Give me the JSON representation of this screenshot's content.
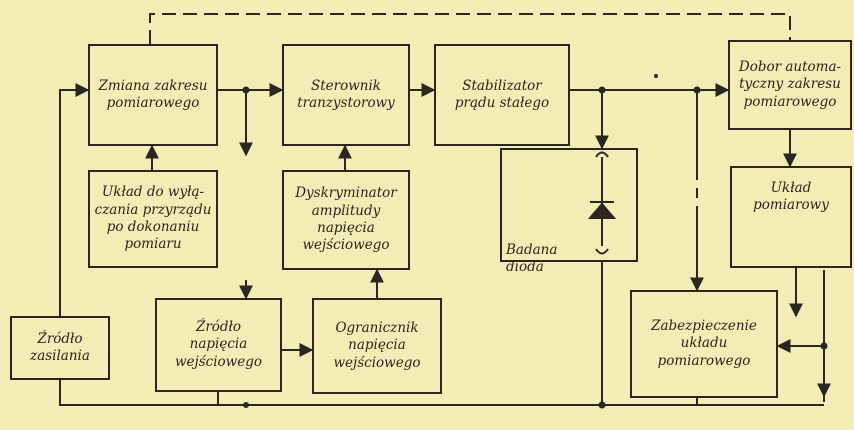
{
  "blocks": {
    "zmiana_zakresu": "Zmiana zakresu\npomiarowego",
    "sterownik": "Sterownik\ntranzystorowy",
    "stabilizator": "Stabilizator\nprądu stałego",
    "dobor": "Dobor automa-\ntyczny zakresu\npomiarowego",
    "uklad_wylaczania": "Układ do wyłą-\nczania przyrządu\npo dokonaniu\npomiaru",
    "dyskryminator": "Dyskryminator\namplitudy\nnapięcia\nwejściowego",
    "badana_dioda": "Badana\ndioda",
    "uklad_pomiarowy": "Układ\npomiarowy",
    "zrodlo_zasilania": "Źródło\nzasilania",
    "zrodlo_napiecia": "Źródło\nnapięcia\nwejściowego",
    "ogranicznik": "Ogranicznik\nnapięcia\nwejściowego",
    "zabezpieczenie": "Zabezpieczenie\nukładu\npomiarowego"
  },
  "colors": {
    "background": "#f3ecb4",
    "ink": "#2c2620"
  }
}
